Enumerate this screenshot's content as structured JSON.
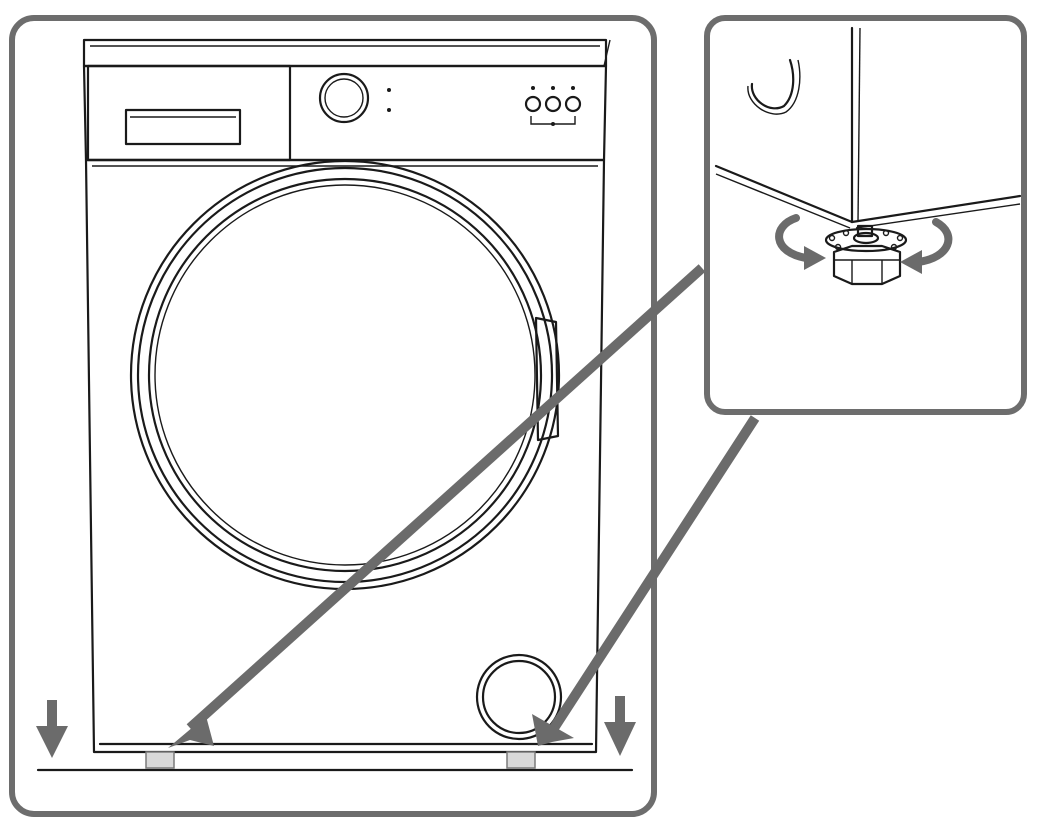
{
  "figure": {
    "description_text": "",
    "colors": {
      "frame": "#6d6d6d",
      "ink": "#1a1a1a",
      "pointer": "#6b6b6b",
      "foot": "#d9d9d9",
      "background": "#ffffff"
    },
    "icons": [
      "washing-machine",
      "adjustable-foot-detail",
      "rotate-arrow",
      "down-arrow"
    ]
  }
}
